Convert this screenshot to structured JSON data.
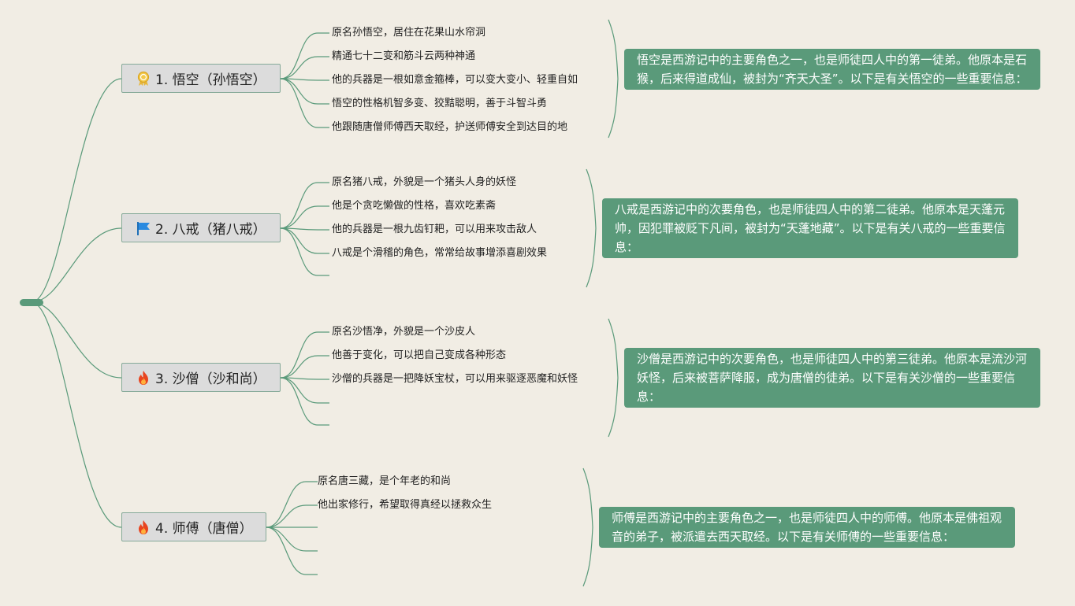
{
  "mindmap": {
    "colors": {
      "background": "#f1ede4",
      "line": "#5a9a7a",
      "note_bg": "#5a9a7a",
      "branch_bg": "#dcdcdc",
      "branch_border": "#86aa99"
    },
    "branches": [
      {
        "icon": "medal-icon",
        "label": "1. 悟空（孙悟空）",
        "leaves": [
          "原名孙悟空，居住在花果山水帘洞",
          "精通七十二变和筋斗云两种神通",
          "他的兵器是一根如意金箍棒，可以变大变小、轻重自如",
          "悟空的性格机智多变、狡黠聪明，善于斗智斗勇",
          "他跟随唐僧师傅西天取经，护送师傅安全到达目的地"
        ],
        "note": "悟空是西游记中的主要角色之一，也是师徒四人中的第一徒弟。他原本是石猴，后来得道成仙，被封为“齐天大圣”。以下是有关悟空的一些重要信息："
      },
      {
        "icon": "flag-icon",
        "label": "2. 八戒（猪八戒）",
        "leaves": [
          "原名猪八戒，外貌是一个猪头人身的妖怪",
          "他是个贪吃懒做的性格，喜欢吃素斋",
          "他的兵器是一根九齿钉耙，可以用来攻击敌人",
          "八戒是个滑稽的角色，常常给故事增添喜剧效果",
          ""
        ],
        "note": "八戒是西游记中的次要角色，也是师徒四人中的第二徒弟。他原本是天蓬元帅，因犯罪被贬下凡间，被封为“天蓬地藏”。以下是有关八戒的一些重要信息："
      },
      {
        "icon": "fire-icon",
        "label": "3. 沙僧（沙和尚）",
        "leaves": [
          "原名沙悟净，外貌是一个沙皮人",
          "他善于变化，可以把自己变成各种形态",
          "沙僧的兵器是一把降妖宝杖，可以用来驱逐恶魔和妖怪",
          "",
          ""
        ],
        "note": "沙僧是西游记中的次要角色，也是师徒四人中的第三徒弟。他原本是流沙河妖怪，后来被菩萨降服，成为唐僧的徒弟。以下是有关沙僧的一些重要信息："
      },
      {
        "icon": "fire-icon",
        "label": "4. 师傅（唐僧）",
        "leaves": [
          "原名唐三藏，是个年老的和尚",
          "他出家修行，希望取得真经以拯救众生",
          "",
          "",
          ""
        ],
        "note": "师傅是西游记中的主要角色之一，也是师徒四人中的师傅。他原本是佛祖观音的弟子，被派遣去西天取经。以下是有关师傅的一些重要信息："
      }
    ]
  }
}
